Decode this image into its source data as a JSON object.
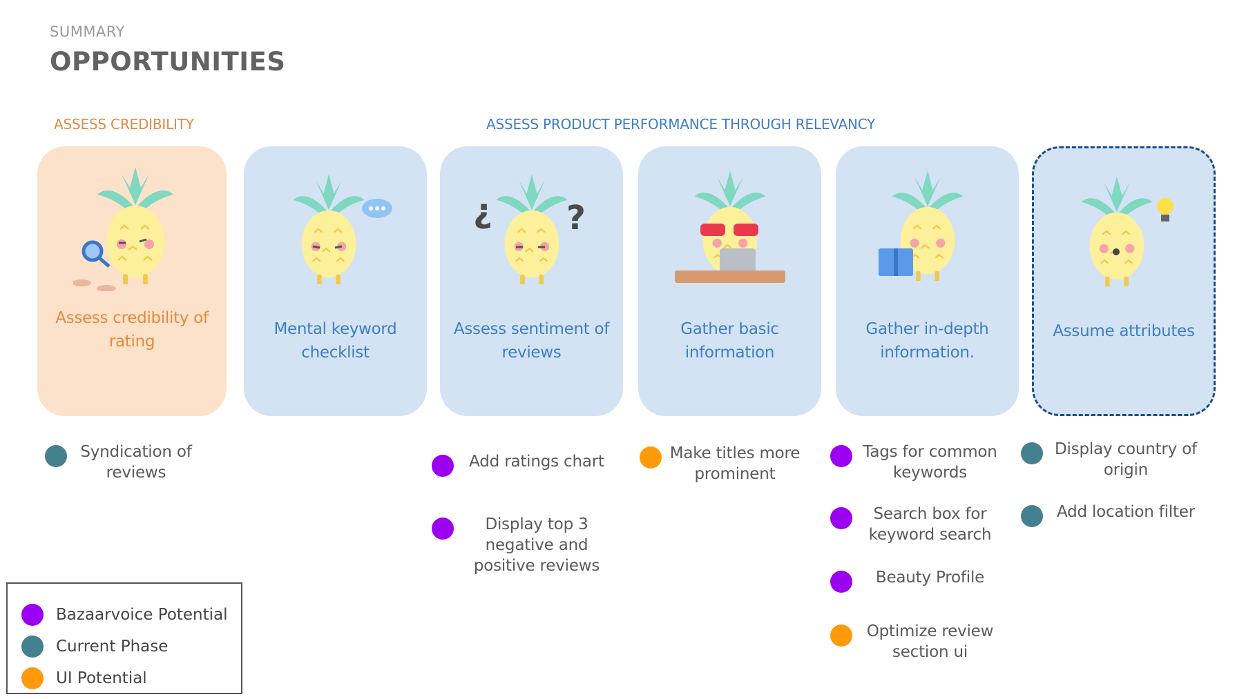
{
  "header": {
    "eyebrow": "SUMMARY",
    "title": "OPPORTUNITIES"
  },
  "sections": {
    "credibility": "ASSESS CREDIBILITY",
    "performance": "ASSESS PRODUCT PERFORMANCE THROUGH RELEVANCY"
  },
  "colors": {
    "bazaarvoice": "#9b00f0",
    "current": "#44818e",
    "ui": "#ff9a0d",
    "card_orange": "#fce2ca",
    "card_blue": "#d3e3f4"
  },
  "cards": [
    {
      "label": "Assess credibility of rating",
      "icon": "pineapple-magnifier-icon"
    },
    {
      "label": "Mental keyword checklist",
      "icon": "pineapple-thinking-icon"
    },
    {
      "label": "Assess sentiment of reviews",
      "icon": "pineapple-question-icon"
    },
    {
      "label": "Gather  basic information",
      "icon": "pineapple-laptop-icon"
    },
    {
      "label": "Gather in-depth information.",
      "icon": "pineapple-book-icon"
    },
    {
      "label": "Assume attributes",
      "icon": "pineapple-idea-icon"
    }
  ],
  "opportunities": {
    "col1": [
      "Syndication of reviews"
    ],
    "col3": [
      "Add ratings chart",
      "Display top 3 negative and positive reviews"
    ],
    "col4": [
      "Make titles more prominent"
    ],
    "col5": [
      "Tags for common keywords",
      "Search box for keyword search",
      "Beauty Profile",
      "Optimize review section ui"
    ],
    "col6": [
      "Display country of origin",
      "Add location filter"
    ]
  },
  "legend": {
    "bazaarvoice": "Bazaarvoice Potential",
    "current": "Current Phase",
    "ui": "UI Potential"
  }
}
